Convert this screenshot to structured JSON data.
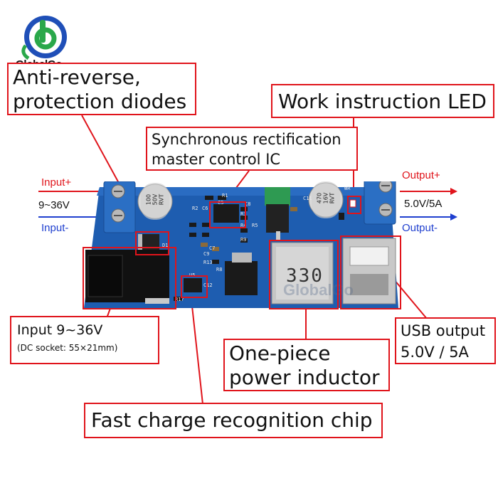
{
  "brand": {
    "name": "GlobalGo",
    "watermark": "GlobalGo",
    "colors": {
      "green": "#2aa84a",
      "blue": "#1f4fb8"
    }
  },
  "callouts": {
    "anti_reverse": {
      "line1": "Anti-reverse,",
      "line2": "protection diodes"
    },
    "work_led": "Work instruction LED",
    "sync_ic": {
      "line1": "Synchronous rectification",
      "line2": "master control IC"
    },
    "input_spec": {
      "line1": "Input 9~36V",
      "line2": "(DC socket: 55×21mm)"
    },
    "usb_output": {
      "line1": "USB output",
      "line2": "5.0V / 5A"
    },
    "inductor": {
      "line1": "One-piece",
      "line2": "power inductor"
    },
    "fast_charge": "Fast charge recognition chip"
  },
  "terminals": {
    "input_plus": "Input+",
    "input_range": "9~36V",
    "input_minus": "Input-",
    "output_plus": "Output+",
    "output_spec": "5.0V/5A",
    "output_minus": "Output-"
  },
  "board": {
    "inductor_code": "330",
    "cap_left": {
      "value": "100",
      "voltage": "50V",
      "brand": "RVT"
    },
    "cap_right": {
      "value": "470",
      "voltage": "16V",
      "brand": "RVT"
    },
    "silk": [
      "R1",
      "R2",
      "C5",
      "C6",
      "C8",
      "R3",
      "R4",
      "R5",
      "D1",
      "C11",
      "WR",
      "R9",
      "C7",
      "C9",
      "R13",
      "U5",
      "R17",
      "C12",
      "R8"
    ]
  },
  "colors": {
    "callout_red": "#e0141b",
    "arrow_blue": "#1f3fcf",
    "pcb_blue": "#1e5db0",
    "terminal_blue": "#2b6fc4"
  }
}
